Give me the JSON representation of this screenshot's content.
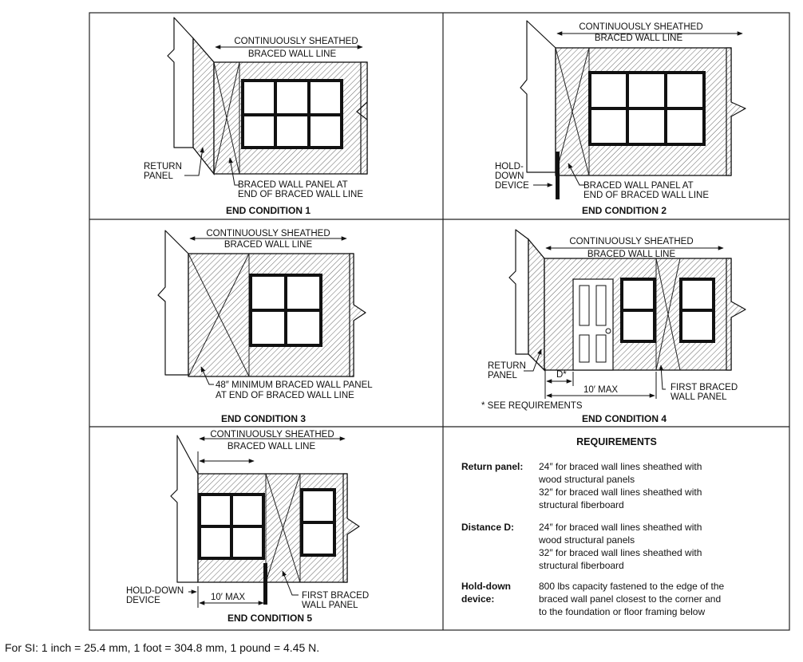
{
  "panels": [
    {
      "id": "1",
      "caption": "END CONDITION 1",
      "labels": {
        "sheathed_1": "CONTINUOUSLY SHEATHED",
        "sheathed_2": "BRACED WALL LINE",
        "return_1": "RETURN",
        "return_2": "PANEL",
        "panel_1": "BRACED WALL PANEL AT",
        "panel_2": "END OF BRACED WALL LINE"
      }
    },
    {
      "id": "2",
      "caption": "END CONDITION 2",
      "labels": {
        "sheathed_1": "CONTINUOUSLY SHEATHED",
        "sheathed_2": "BRACED WALL LINE",
        "hold_1": "HOLD-",
        "hold_2": "DOWN",
        "hold_3": "DEVICE",
        "panel_1": "BRACED WALL PANEL AT",
        "panel_2": "END OF BRACED WALL LINE"
      }
    },
    {
      "id": "3",
      "caption": "END CONDITION 3",
      "labels": {
        "sheathed_1": "CONTINUOUSLY SHEATHED",
        "sheathed_2": "BRACED WALL LINE",
        "panel_1": "48″ MINIMUM BRACED WALL PANEL",
        "panel_2": "AT END OF BRACED WALL LINE"
      }
    },
    {
      "id": "4",
      "caption": "END CONDITION 4",
      "labels": {
        "sheathed_1": "CONTINUOUSLY SHEATHED",
        "sheathed_2": "BRACED WALL LINE",
        "return_1": "RETURN",
        "return_2": "PANEL",
        "d": "D*",
        "max": "10′ MAX",
        "first_1": "FIRST BRACED",
        "first_2": "WALL PANEL",
        "note": "* SEE REQUIREMENTS"
      }
    },
    {
      "id": "5",
      "caption": "END CONDITION 5",
      "labels": {
        "sheathed_1": "CONTINUOUSLY SHEATHED",
        "sheathed_2": "BRACED WALL LINE",
        "hold_1": "HOLD-DOWN",
        "hold_2": "DEVICE",
        "max": "10′ MAX",
        "first_1": "FIRST BRACED",
        "first_2": "WALL PANEL"
      }
    }
  ],
  "requirements": {
    "title": "REQUIREMENTS",
    "rows": [
      {
        "key": "Return panel:",
        "lines": [
          "24″ for braced wall lines sheathed with",
          "wood structural panels",
          "32″ for braced wall lines sheathed with",
          "structural fiberboard"
        ]
      },
      {
        "key": "Distance D:",
        "lines": [
          "24″ for braced wall lines sheathed with",
          "wood structural panels",
          "32″ for braced wall lines sheathed with",
          "structural fiberboard"
        ]
      },
      {
        "key_1": "Hold-down",
        "key_2": "device:",
        "lines": [
          "800 lbs capacity fastened to the edge of the",
          "braced wall panel closest to the corner and",
          "to the foundation or floor framing below"
        ]
      }
    ]
  },
  "footnote": "For SI: 1 inch = 25.4 mm, 1 foot = 304.8 mm, 1 pound = 4.45 N."
}
